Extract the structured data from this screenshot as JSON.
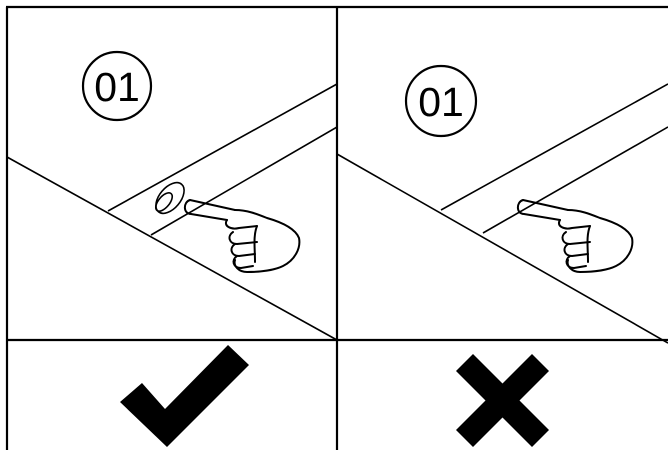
{
  "panels": [
    {
      "step_label": "01",
      "shows_button": true,
      "verdict": "correct",
      "verdict_icon": "checkmark-icon"
    },
    {
      "step_label": "01",
      "shows_button": false,
      "verdict": "incorrect",
      "verdict_icon": "cross-icon"
    }
  ],
  "colors": {
    "line": "#000000",
    "background": "#ffffff"
  }
}
